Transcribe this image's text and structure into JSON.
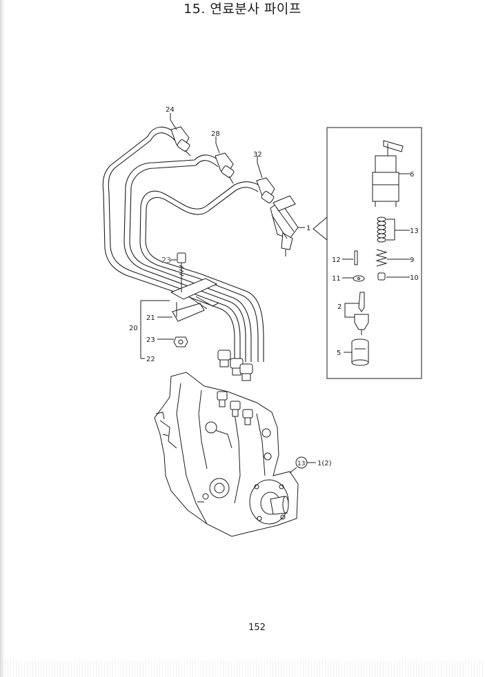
{
  "page": {
    "title": "15. 연료분사 파이프",
    "number": "152"
  },
  "callouts": {
    "p24": "24",
    "p28": "28",
    "p32": "32",
    "p23_top": "23",
    "p1": "1",
    "p6": "6",
    "p13": "13",
    "p12": "12",
    "p9": "9",
    "p11": "11",
    "p10": "10",
    "p2": "2",
    "p5": "5",
    "p20": "20",
    "p21": "21",
    "p23": "23",
    "p22": "22",
    "pump_ref_circle": "13",
    "pump_ref_text": "1(2)"
  }
}
